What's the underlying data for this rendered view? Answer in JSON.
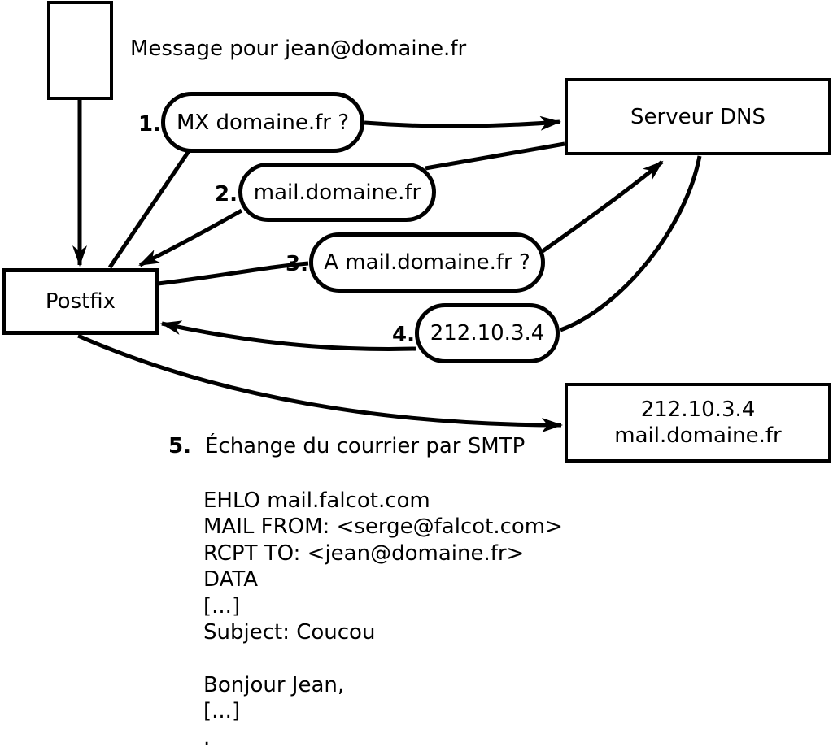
{
  "page": {
    "background_color": "#ffffff",
    "ink_color": "#000000"
  },
  "diagram": {
    "message_label": "Message pour jean@domaine.fr",
    "postfix": {
      "label": "Postfix"
    },
    "dns_server": {
      "label": "Serveur DNS"
    },
    "mail_server": {
      "line1": "212.10.3.4",
      "line2": "mail.domaine.fr"
    },
    "steps": [
      {
        "num": "1.",
        "label": "MX domaine.fr ?"
      },
      {
        "num": "2.",
        "label": "mail.domaine.fr"
      },
      {
        "num": "3.",
        "label": "A mail.domaine.fr ?"
      },
      {
        "num": "4.",
        "label": "212.10.3.4"
      },
      {
        "num": "5.",
        "label": "Échange du courrier par SMTP"
      }
    ],
    "smtp_session": {
      "lines": [
        "EHLO mail.falcot.com",
        "MAIL FROM: <serge@falcot.com>",
        "RCPT TO: <jean@domaine.fr>",
        "DATA",
        "[...]",
        "Subject: Coucou",
        "",
        "Bonjour Jean,",
        "[...]",
        "."
      ]
    }
  }
}
